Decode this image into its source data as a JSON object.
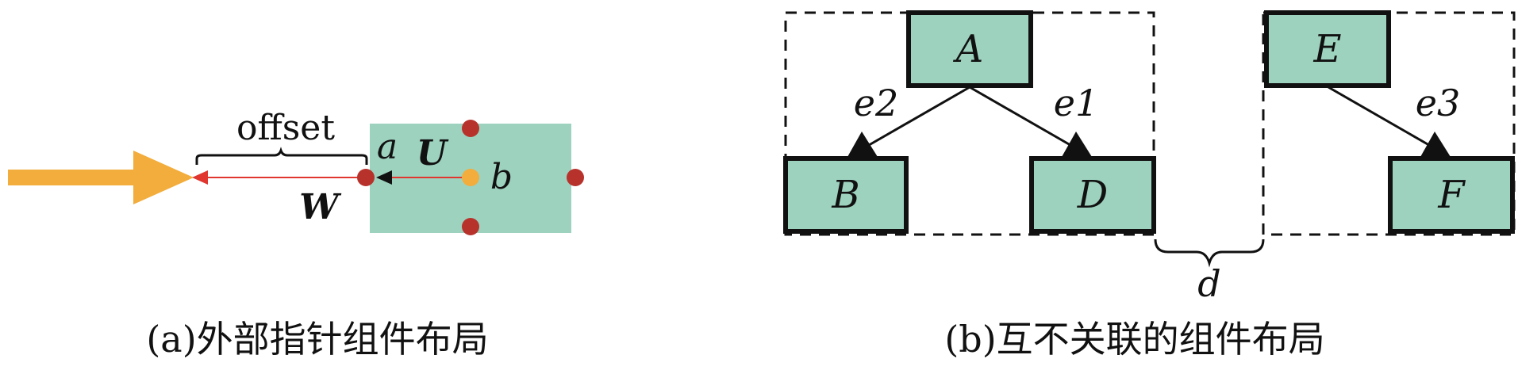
{
  "panel_a": {
    "caption": "(a)外部指针组件布局",
    "labels": {
      "offset": "offset",
      "a": "a",
      "U": "U",
      "b": "b",
      "W": "W"
    },
    "colors": {
      "component_fill": "#9dd2bf",
      "arrow_orange": "#f2ad3c",
      "pointer_red": "#e0362f",
      "port_dot": "#b8322c",
      "center_dot": "#f2ad3c"
    }
  },
  "panel_b": {
    "caption": "(b)互不关联的组件布局",
    "nodes": {
      "A": "A",
      "B": "B",
      "D": "D",
      "E": "E",
      "F": "F"
    },
    "edges": {
      "e1": "e1",
      "e2": "e2",
      "e3": "e3"
    },
    "distance_label": "d",
    "colors": {
      "node_fill": "#9dd2bf",
      "node_border": "#111111",
      "group_border": "#111111"
    }
  }
}
